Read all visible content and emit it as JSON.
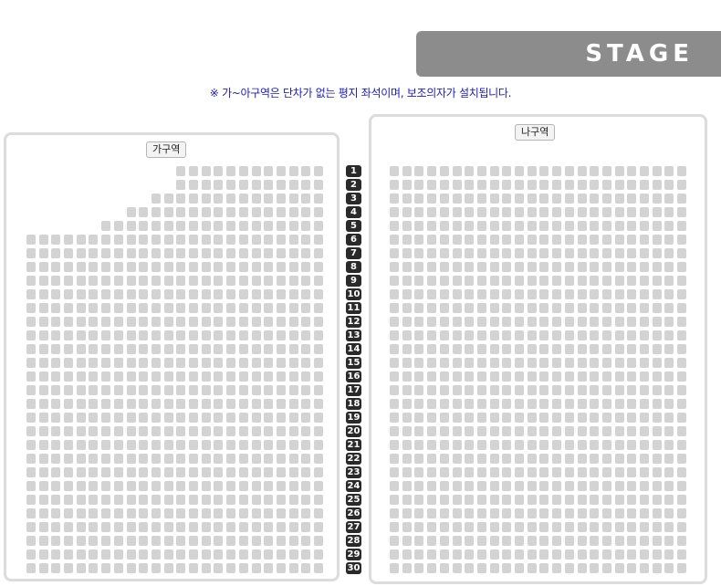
{
  "stage": {
    "label": "STAGE"
  },
  "notice": "※ 가~아구역은 단차가 없는 평지 좌석이며, 보조의자가 설치됩니다.",
  "sections": [
    {
      "id": "ga",
      "label": "가구역",
      "rows": 30,
      "seats_per_row": [
        12,
        12,
        14,
        16,
        18,
        24,
        24,
        24,
        24,
        24,
        24,
        24,
        24,
        24,
        24,
        24,
        24,
        24,
        24,
        24,
        24,
        24,
        24,
        24,
        24,
        24,
        24,
        24,
        24,
        24
      ]
    },
    {
      "id": "na",
      "label": "나구역",
      "rows": 30,
      "seats_per_row": [
        24,
        24,
        24,
        24,
        24,
        24,
        24,
        24,
        24,
        24,
        24,
        24,
        24,
        24,
        24,
        24,
        24,
        24,
        24,
        24,
        24,
        24,
        24,
        24,
        24,
        24,
        24,
        24,
        24,
        24
      ]
    }
  ],
  "row_numbers": [
    "1",
    "2",
    "3",
    "4",
    "5",
    "6",
    "7",
    "8",
    "9",
    "10",
    "11",
    "12",
    "13",
    "14",
    "15",
    "16",
    "17",
    "18",
    "19",
    "20",
    "21",
    "22",
    "23",
    "24",
    "25",
    "26",
    "27",
    "28",
    "29",
    "30"
  ],
  "colors": {
    "seat": "#d3d3d3",
    "stage": "#8c8c8c",
    "notice": "#1a1acd",
    "row_badge": "#2a2a2a"
  }
}
